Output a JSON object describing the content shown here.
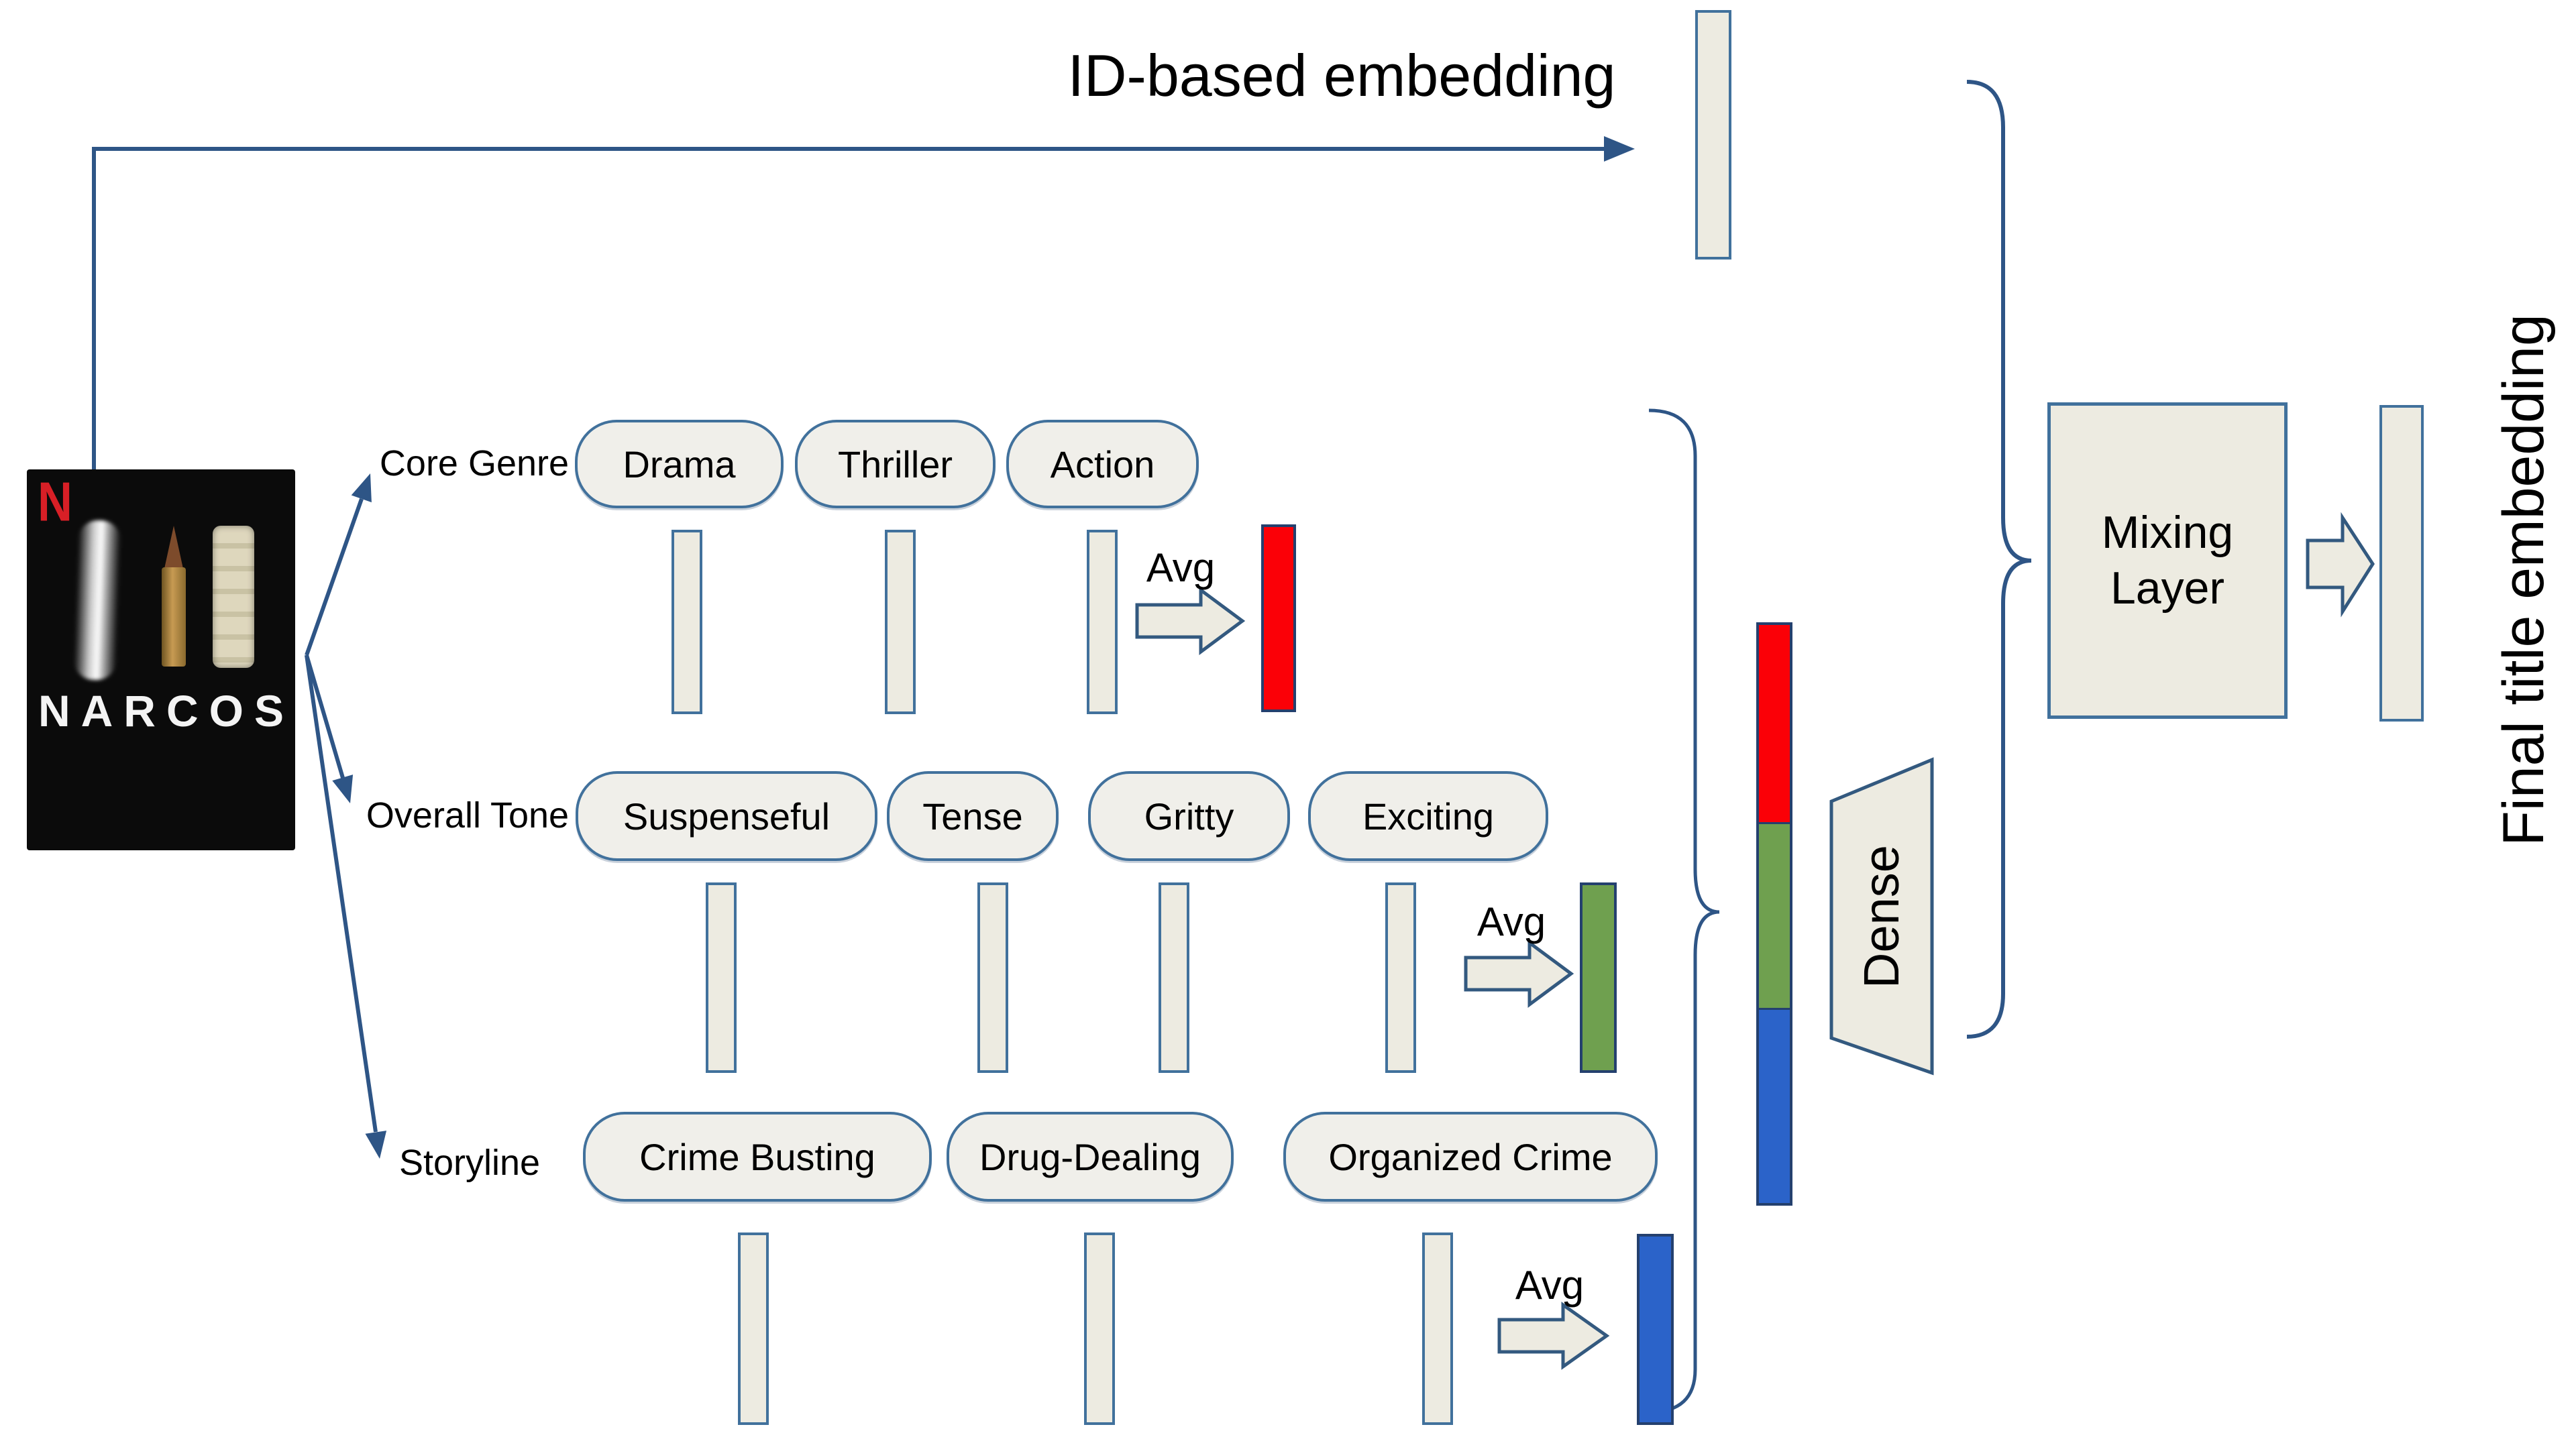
{
  "figure": {
    "id_embedding_label": "ID-based embedding",
    "final_embedding_label": "Final title embedding",
    "dense_label": "Dense",
    "mixing_layer": {
      "line1": "Mixing",
      "line2": "Layer"
    }
  },
  "poster": {
    "brand_letter": "N",
    "title": "NARCOS"
  },
  "rows": [
    {
      "label": "Core Genre",
      "pills": [
        "Drama",
        "Thriller",
        "Action"
      ],
      "avg_label": "Avg",
      "vector_color": "#fb0007"
    },
    {
      "label": "Overall Tone",
      "pills": [
        "Suspenseful",
        "Tense",
        "Gritty",
        "Exciting"
      ],
      "avg_label": "Avg",
      "vector_color": "#6fa04f"
    },
    {
      "label": "Storyline",
      "pills": [
        "Crime Busting",
        "Drug-Dealing",
        "Organized Crime"
      ],
      "avg_label": "Avg",
      "vector_color": "#2b63c9"
    }
  ],
  "colors": {
    "outline_blue": "#41719c",
    "line_blue": "#2e5586",
    "vector_beige": "#edebe1",
    "genre_red": "#fb0007",
    "tone_green": "#6fa04f",
    "storyline_blue": "#2b63c9",
    "netflix_red": "#d81f26"
  }
}
